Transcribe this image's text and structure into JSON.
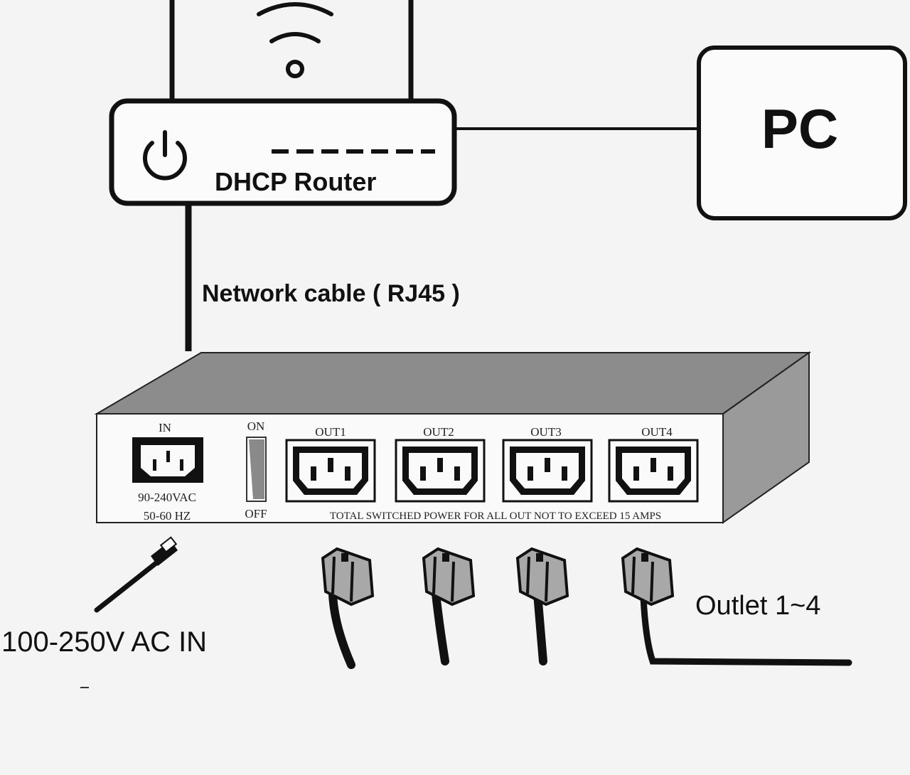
{
  "router": {
    "label": "DHCP Router"
  },
  "pc": {
    "label": "PC"
  },
  "cable": {
    "label": "Network cable ( RJ45 )"
  },
  "device": {
    "in_label": "IN",
    "in_voltage": "90-240VAC",
    "in_freq": "50-60  HZ",
    "switch_on": "ON",
    "switch_off": "OFF",
    "outlets": [
      "OUT1",
      "OUT2",
      "OUT3",
      "OUT4"
    ],
    "notice": "TOTAL  SWITCHED  POWER  FOR  ALL  OUT  NOT  TO  EXCEED  15  AMPS"
  },
  "labels": {
    "ac_in": "100-250V AC IN",
    "outlets": "Outlet 1~4"
  },
  "colors": {
    "line": "#111111",
    "device_top": "#8c8c8c",
    "device_side": "#9a9a9a",
    "device_face": "#fafafa",
    "plug_grey": "#a8a8a8"
  }
}
